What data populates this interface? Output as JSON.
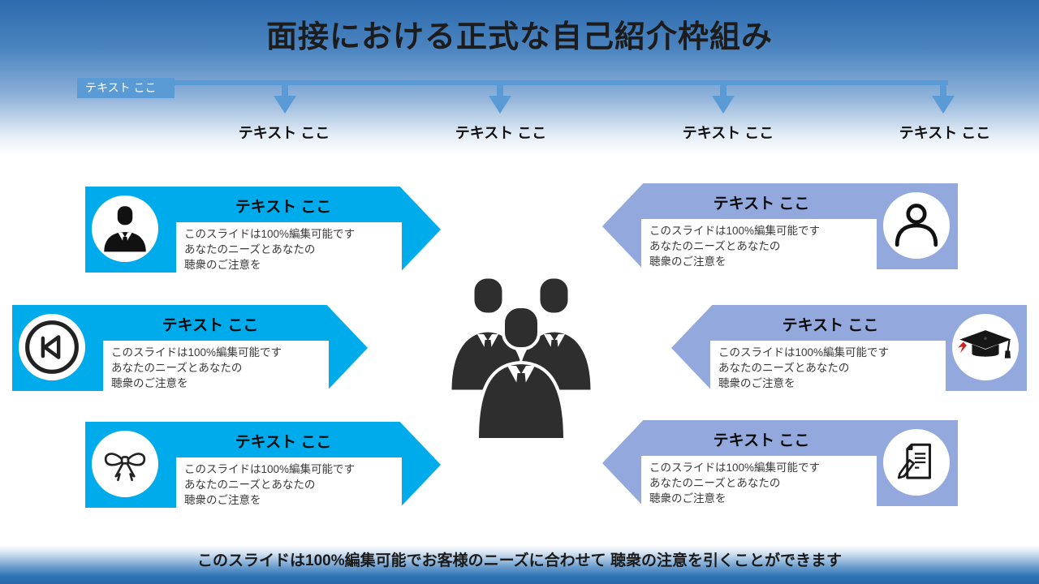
{
  "title": "面接における正式な自己紹介枠組み",
  "timeline": {
    "start_label": "テキスト ここ",
    "branch_labels": [
      "テキスト ここ",
      "テキスト ここ",
      "テキスト ここ",
      "テキスト ここ"
    ]
  },
  "callouts": {
    "left": [
      {
        "title": "テキスト ここ",
        "body": "このスライドは100%編集可能です\nあなたのニーズとあなたの\n聴衆のご注意を",
        "icon": "businessman-icon"
      },
      {
        "title": "テキスト ここ",
        "body": "このスライドは100%編集可能です\nあなたのニーズとあなたの\n聴衆のご注意を",
        "icon": "skip-start-icon"
      },
      {
        "title": "テキスト ここ",
        "body": "このスライドは100%編集可能です\nあなたのニーズとあなたの\n聴衆のご注意を",
        "icon": "ribbon-bow-icon"
      }
    ],
    "right": [
      {
        "title": "テキスト ここ",
        "body": "このスライドは100%編集可能です\nあなたのニーズとあなたの\n聴衆のご注意を",
        "icon": "person-outline-icon"
      },
      {
        "title": "テキスト ここ",
        "body": "このスライドは100%編集可能です\nあなたのニーズとあなたの\n聴衆のご注意を",
        "icon": "graduation-cap-icon"
      },
      {
        "title": "テキスト ここ",
        "body": "このスライドは100%編集可能です\nあなたのニーズとあなたの\n聴衆のご注意を",
        "icon": "document-edit-icon"
      }
    ]
  },
  "center_graphic": "business-team-silhouette",
  "footer": "このスライドは100%編集可能でお客様のニーズに合わせて 聴衆の注意を引くことができます",
  "colors": {
    "left_callout": "#00ABEB",
    "right_callout": "#93A8DC",
    "connector": "#5B9BD5",
    "header_top": "#2D6BAE",
    "footer_bottom": "#2E74B5",
    "silhouette": "#2E2E2E",
    "tassel_red": "#C4271F"
  }
}
